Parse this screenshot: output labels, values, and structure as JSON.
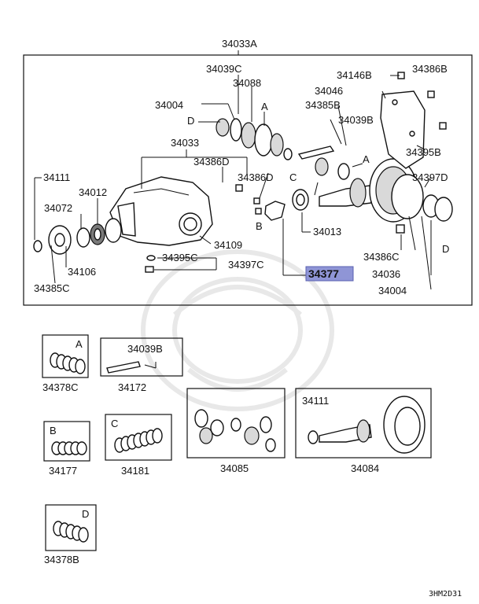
{
  "diagram_ref": "3HM2D31",
  "assembly_label": "34033A",
  "labels": {
    "p34039C": "34039C",
    "p34088": "34088",
    "p34004_top": "34004",
    "p34146B": "34146B",
    "p34386B": "34386B",
    "p34046": "34046",
    "p34385B": "34385B",
    "p34039B_top": "34039B",
    "p34033": "34033",
    "p34386D_a": "34386D",
    "p34386D_b": "34386D",
    "p34395B": "34395B",
    "p34397D": "34397D",
    "p34111_top": "34111",
    "p34012": "34012",
    "p34072": "34072",
    "p34013": "34013",
    "p34109": "34109",
    "p34395C": "34395C",
    "p34397C": "34397C",
    "p34106": "34106",
    "p34385C": "34385C",
    "p34386C": "34386C",
    "p34036": "34036",
    "p34004_bottom": "34004",
    "highlighted": "34377"
  },
  "callouts": {
    "A1": "A",
    "A2": "A",
    "B": "B",
    "C": "C",
    "D1": "D",
    "D2": "D"
  },
  "kits": {
    "k34378C": {
      "letter": "A",
      "label": "34378C"
    },
    "k34172": {
      "label": "34172",
      "inner": "34039B"
    },
    "k34177": {
      "letter": "B",
      "label": "34177"
    },
    "k34181": {
      "letter": "C",
      "label": "34181"
    },
    "k34085": {
      "label": "34085"
    },
    "k34084": {
      "label": "34084",
      "inner": "34111"
    },
    "k34378B": {
      "letter": "D",
      "label": "34378B"
    }
  },
  "colors": {
    "highlight": "#8f95d6",
    "ink": "#111111"
  }
}
